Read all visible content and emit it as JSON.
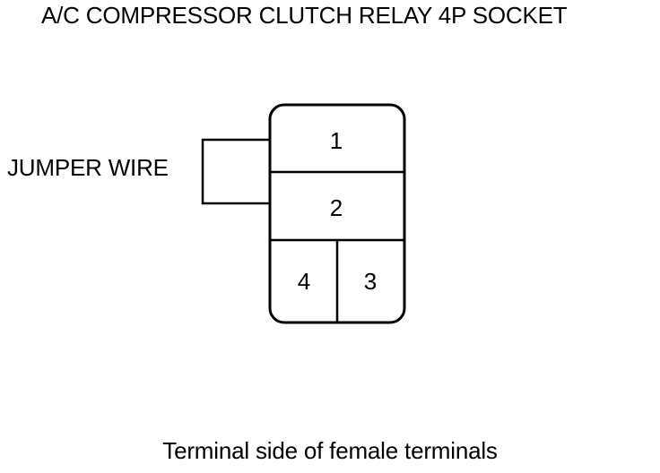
{
  "title": "A/C COMPRESSOR CLUTCH RELAY 4P SOCKET",
  "jumper_label": "JUMPER WIRE",
  "caption": "Terminal side of female terminals",
  "terminals": {
    "t1": "1",
    "t2": "2",
    "t3": "3",
    "t4": "4"
  },
  "colors": {
    "line": "#000000",
    "background": "#ffffff"
  }
}
